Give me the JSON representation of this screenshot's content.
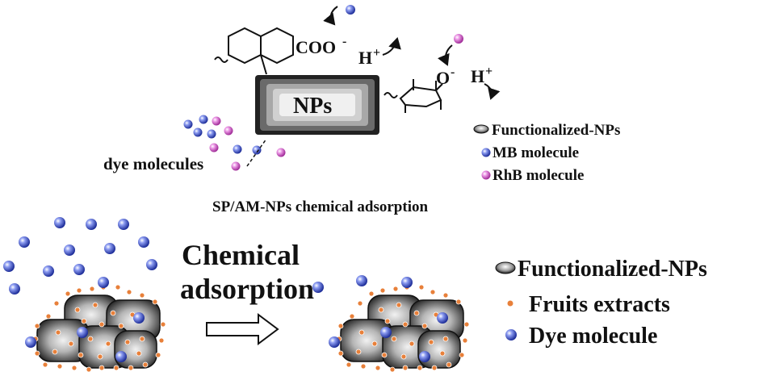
{
  "top": {
    "group_label": "COO",
    "group_charge": "-",
    "proton_left": "H",
    "proton_right": "H",
    "proton_charge": "+",
    "oxygen_label": "O",
    "oxygen_charge": "-",
    "core_label": "NPs",
    "dye_label": "dye molecules",
    "caption": "SP/AM-NPs chemical adsorption",
    "legend": [
      {
        "label": "Functionalized-NPs",
        "marker": "np-capsule"
      },
      {
        "label": "MB molecule",
        "marker": "blue-sphere"
      },
      {
        "label": "RhB molecule",
        "marker": "pink-sphere"
      }
    ]
  },
  "bottom": {
    "process_line1": "Chemical",
    "process_line2": "adsorption",
    "legend": [
      {
        "label": "Functionalized-NPs",
        "marker": "np-capsule"
      },
      {
        "label": "Fruits extracts",
        "marker": "orange-dot"
      },
      {
        "label": "Dye molecule",
        "marker": "blue-sphere"
      }
    ]
  },
  "colors": {
    "mb_blue": "#4a5fd8",
    "rhb_pink": "#d35fd0",
    "extract_orange": "#e8803a",
    "np_gray": "#8a8a8a"
  }
}
